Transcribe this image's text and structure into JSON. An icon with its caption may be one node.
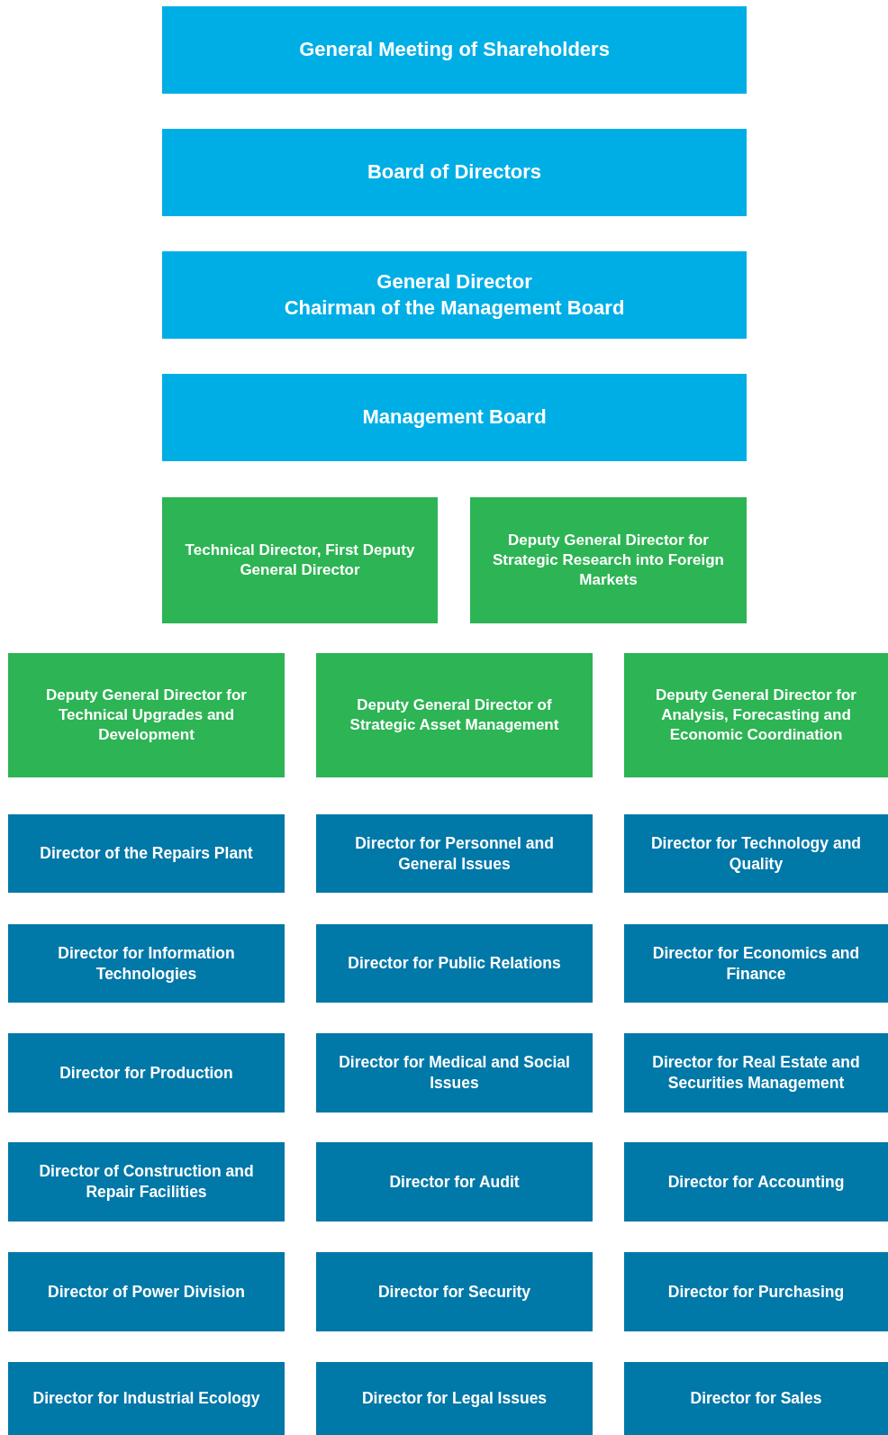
{
  "diagram": {
    "nodes": [
      {
        "text": [
          "General Meeting of Shareholders"
        ]
      },
      {
        "text": [
          "Board of Directors"
        ]
      },
      {
        "text": [
          "General Director",
          "Chairman of the Management Board"
        ]
      },
      {
        "text": [
          "Management Board"
        ]
      },
      {
        "text": [
          "Technical Director, First Deputy General Director"
        ]
      },
      {
        "text": [
          "Deputy General Director for Strategic Research into Foreign Markets"
        ]
      },
      {
        "text": [
          "Deputy General Director for Technical Upgrades and Development"
        ]
      },
      {
        "text": [
          "Deputy General Director of Strategic Asset Management"
        ]
      },
      {
        "text": [
          "Deputy General Director for Analysis, Forecasting and Economic Coordination"
        ]
      },
      {
        "text": [
          "Director of the Repairs Plant"
        ]
      },
      {
        "text": [
          "Director for Personnel and General Issues"
        ]
      },
      {
        "text": [
          "Director for Technology and Quality"
        ]
      },
      {
        "text": [
          "Director for Information Technologies"
        ]
      },
      {
        "text": [
          "Director for Public Relations"
        ]
      },
      {
        "text": [
          "Director for Economics and Finance"
        ]
      },
      {
        "text": [
          "Director for Production"
        ]
      },
      {
        "text": [
          "Director for Medical and Social Issues"
        ]
      },
      {
        "text": [
          "Director for Real Estate and Securities Management"
        ]
      },
      {
        "text": [
          "Director of Construction and Repair Facilities"
        ]
      },
      {
        "text": [
          "Director for Audit"
        ]
      },
      {
        "text": [
          "Director for Accounting"
        ]
      },
      {
        "text": [
          "Director of Power Division"
        ]
      },
      {
        "text": [
          "Director for Security"
        ]
      },
      {
        "text": [
          "Director for Purchasing"
        ]
      },
      {
        "text": [
          "Director for Industrial Ecology"
        ]
      },
      {
        "text": [
          "Director for Legal Issues"
        ]
      },
      {
        "text": [
          "Director for Sales"
        ]
      }
    ]
  }
}
